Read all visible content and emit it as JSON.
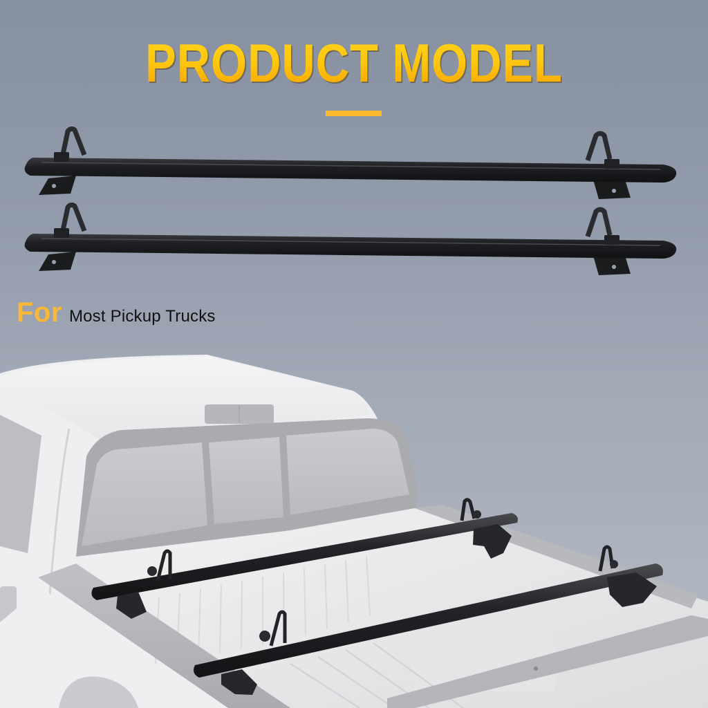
{
  "header": {
    "title": "PRODUCT MODEL",
    "accent_color": "#ffc20e",
    "underline_color": "#f9b82e"
  },
  "subtitle": {
    "highlight": "For",
    "text": "Most Pickup Trucks",
    "highlight_color": "#fbb736"
  },
  "product": {
    "name": "Pickup truck bed cross bars",
    "bar_count": 2,
    "bar_color": "#1c1c1e",
    "features": [
      "tie-down loop",
      "end clamp mount",
      "mounting plate with hole"
    ]
  },
  "scene": {
    "vehicle": "white pickup truck",
    "installed_bars": 2
  },
  "colors": {
    "background_top": "#86909f",
    "background_bottom": "#b3b8c3"
  }
}
